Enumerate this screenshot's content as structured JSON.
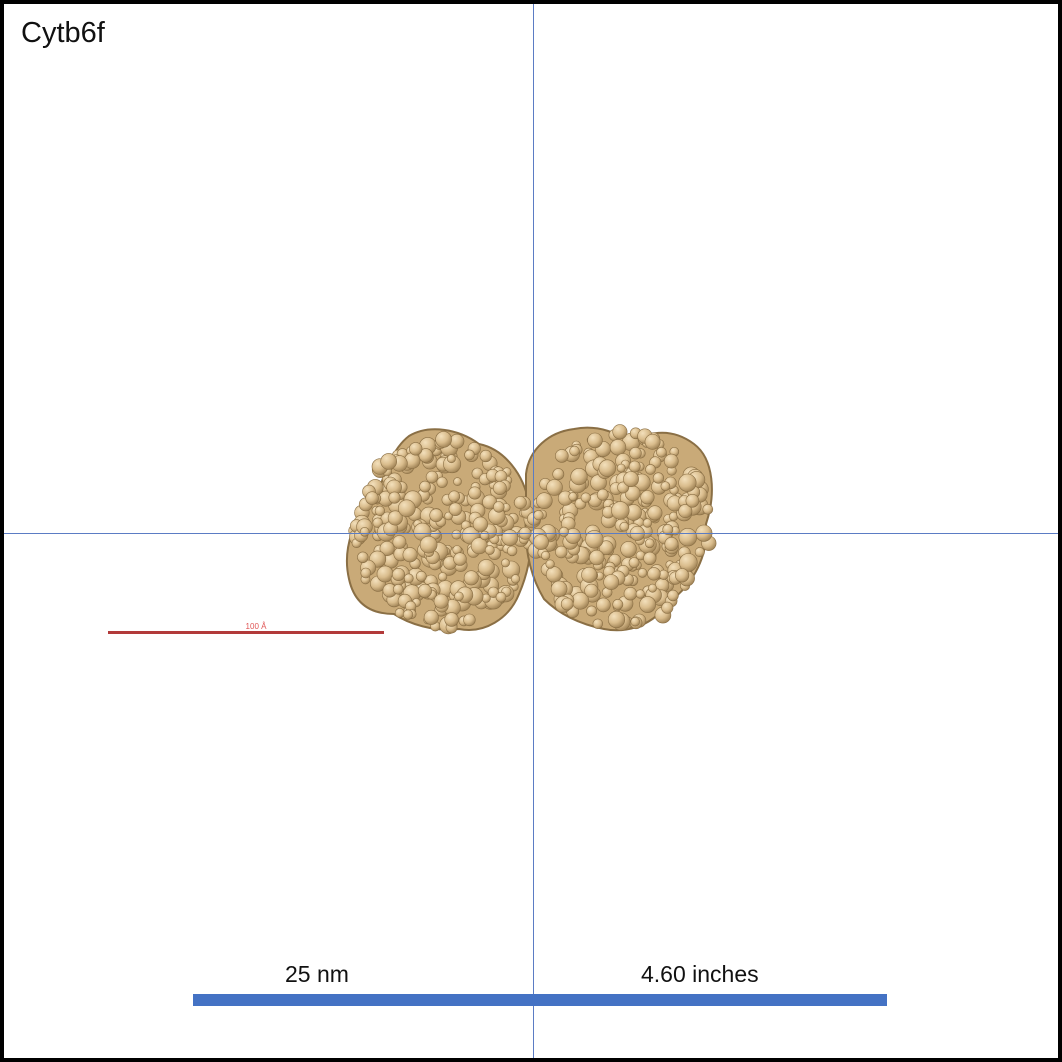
{
  "title": "Cytb6f",
  "molecule": {
    "surface_color": "#d9bc8c",
    "shadow_color": "#8a6f45",
    "highlight_color": "#f1dcb3"
  },
  "crosshair": {
    "color": "#5b7cc4"
  },
  "scale_bar_angstrom": {
    "label": "100 Å",
    "color": "#b23a3a",
    "label_color": "#e05555"
  },
  "scale_bar_nm": {
    "label": "25 nm",
    "color": "#4472c4"
  },
  "scale_bar_inches": {
    "label": "4.60 inches"
  },
  "frame": {
    "border_color": "#000000",
    "background": "#ffffff"
  }
}
